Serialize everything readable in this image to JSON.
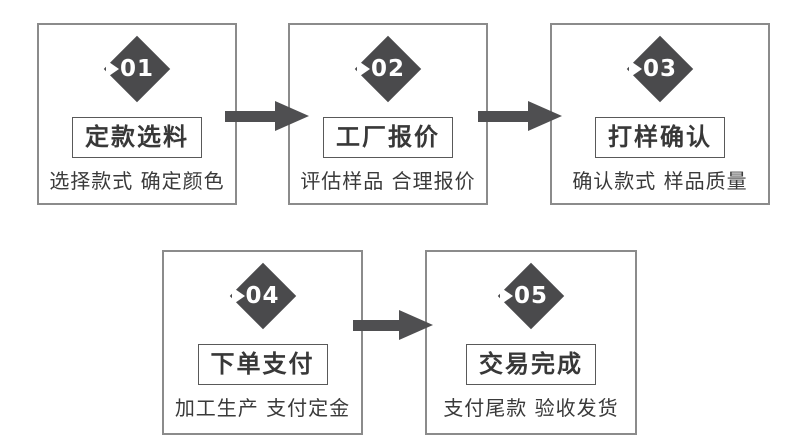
{
  "diagram": {
    "type": "process-flow",
    "background": "#ffffff",
    "colors": {
      "diamond_fill": "#4a4a4c",
      "arrow_fill": "#4f4f51",
      "card_border": "#8b8b8b",
      "title_border": "#595959",
      "text": "#3a3a3a",
      "badge_text": "#ffffff"
    },
    "steps": [
      {
        "number": "01",
        "title": "定款选料",
        "description": "选择款式 确定颜色"
      },
      {
        "number": "02",
        "title": "工厂报价",
        "description": "评估样品 合理报价"
      },
      {
        "number": "03",
        "title": "打样确认",
        "description": "确认款式 样品质量"
      },
      {
        "number": "04",
        "title": "下单支付",
        "description": "加工生产 支付定金"
      },
      {
        "number": "05",
        "title": "交易完成",
        "description": "支付尾款 验收发货"
      }
    ],
    "arrows": [
      {
        "from": "01",
        "to": "02"
      },
      {
        "from": "02",
        "to": "03"
      },
      {
        "from": "04",
        "to": "05"
      }
    ]
  }
}
